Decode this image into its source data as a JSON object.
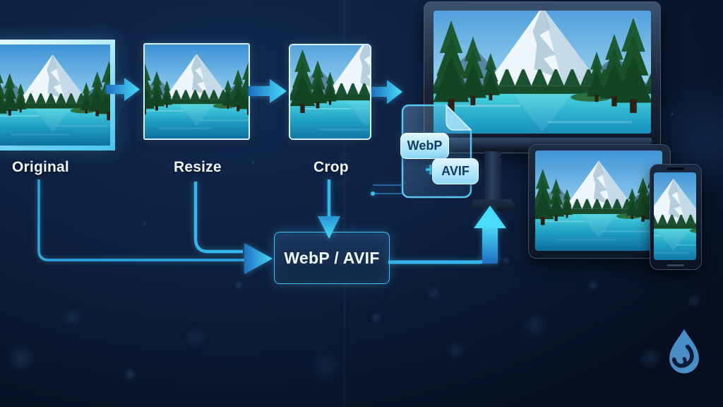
{
  "diagram": {
    "title_semantics": "image-optimization-pipeline",
    "steps": [
      {
        "label": "Original"
      },
      {
        "label": "Resize"
      },
      {
        "label": "Crop"
      }
    ],
    "file_formats": {
      "webp": "WebP",
      "plus": "+",
      "avif": "AVIF"
    },
    "output_box": {
      "label": "WebP / AVIF"
    },
    "icons": {
      "drupal_logo": "drupal-droplet",
      "file": "document-folded-corner",
      "arrow_right": "solid-right-arrow",
      "arrow_down": "solid-down-arrow",
      "arrow_up": "solid-up-arrow"
    },
    "colors": {
      "background": "#0d1f3e",
      "accent_cyan": "#49dcfa",
      "line_blue": "#2fa6de",
      "badge_fill": "#aee3f9",
      "badge_text": "#113a66",
      "label_text": "#eef6fc",
      "logo_blue": "#4d94cf"
    }
  }
}
